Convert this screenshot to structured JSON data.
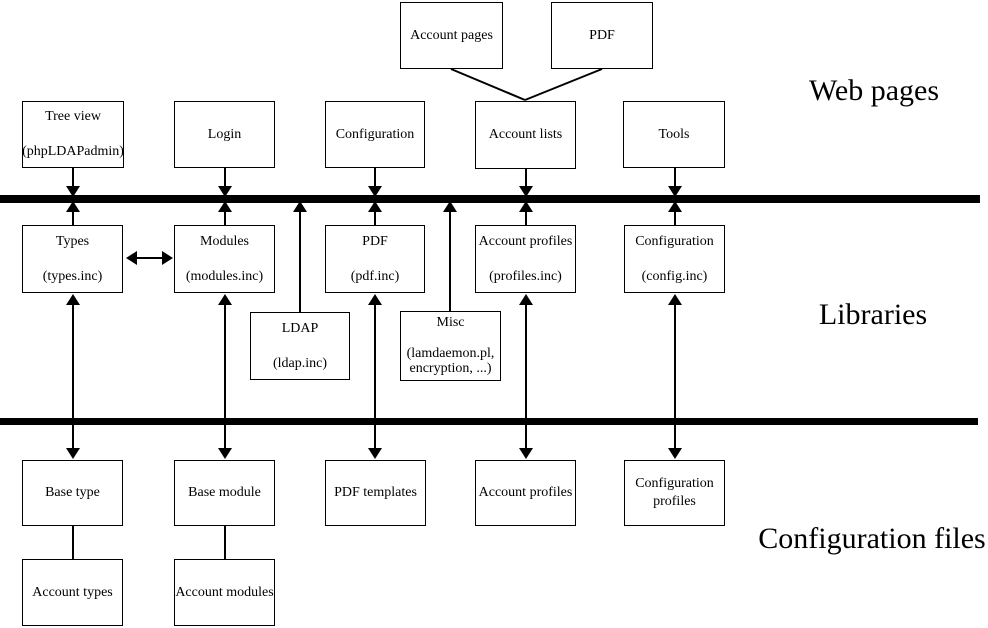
{
  "sections": {
    "web_pages_label": "Web pages",
    "libraries_label": "Libraries",
    "config_files_label": "Configuration files"
  },
  "boxes": {
    "account_pages": {
      "line1": "Account pages"
    },
    "pdf_top": {
      "line1": "PDF"
    },
    "tree_view": {
      "line1": "Tree view",
      "line2": "(phpLDAPadmin)"
    },
    "login": {
      "line1": "Login"
    },
    "configuration_web": {
      "line1": "Configuration"
    },
    "account_lists": {
      "line1": "Account lists"
    },
    "tools": {
      "line1": "Tools"
    },
    "types": {
      "line1": "Types",
      "line2": "(types.inc)"
    },
    "modules": {
      "line1": "Modules",
      "line2": "(modules.inc)"
    },
    "pdf_lib": {
      "line1": "PDF",
      "line2": "(pdf.inc)"
    },
    "account_profiles_lib": {
      "line1": "Account profiles",
      "line2": "(profiles.inc)"
    },
    "configuration_lib": {
      "line1": "Configuration",
      "line2": "(config.inc)"
    },
    "ldap": {
      "line1": "LDAP",
      "line2": "(ldap.inc)"
    },
    "misc": {
      "line1": "Misc",
      "line2": "(lamdaemon.pl,",
      "line3": "encryption, ...)"
    },
    "base_type": {
      "line1": "Base type"
    },
    "base_module": {
      "line1": "Base module"
    },
    "pdf_templates": {
      "line1": "PDF templates"
    },
    "account_profiles_cfg": {
      "line1": "Account profiles"
    },
    "configuration_profiles": {
      "line1": "Configuration",
      "line2": "profiles"
    },
    "account_types": {
      "line1": "Account types"
    },
    "account_modules": {
      "line1": "Account modules"
    }
  },
  "colors": {
    "background": "#ffffff",
    "line": "#000000",
    "text": "#000000",
    "box_border": "#000000"
  }
}
